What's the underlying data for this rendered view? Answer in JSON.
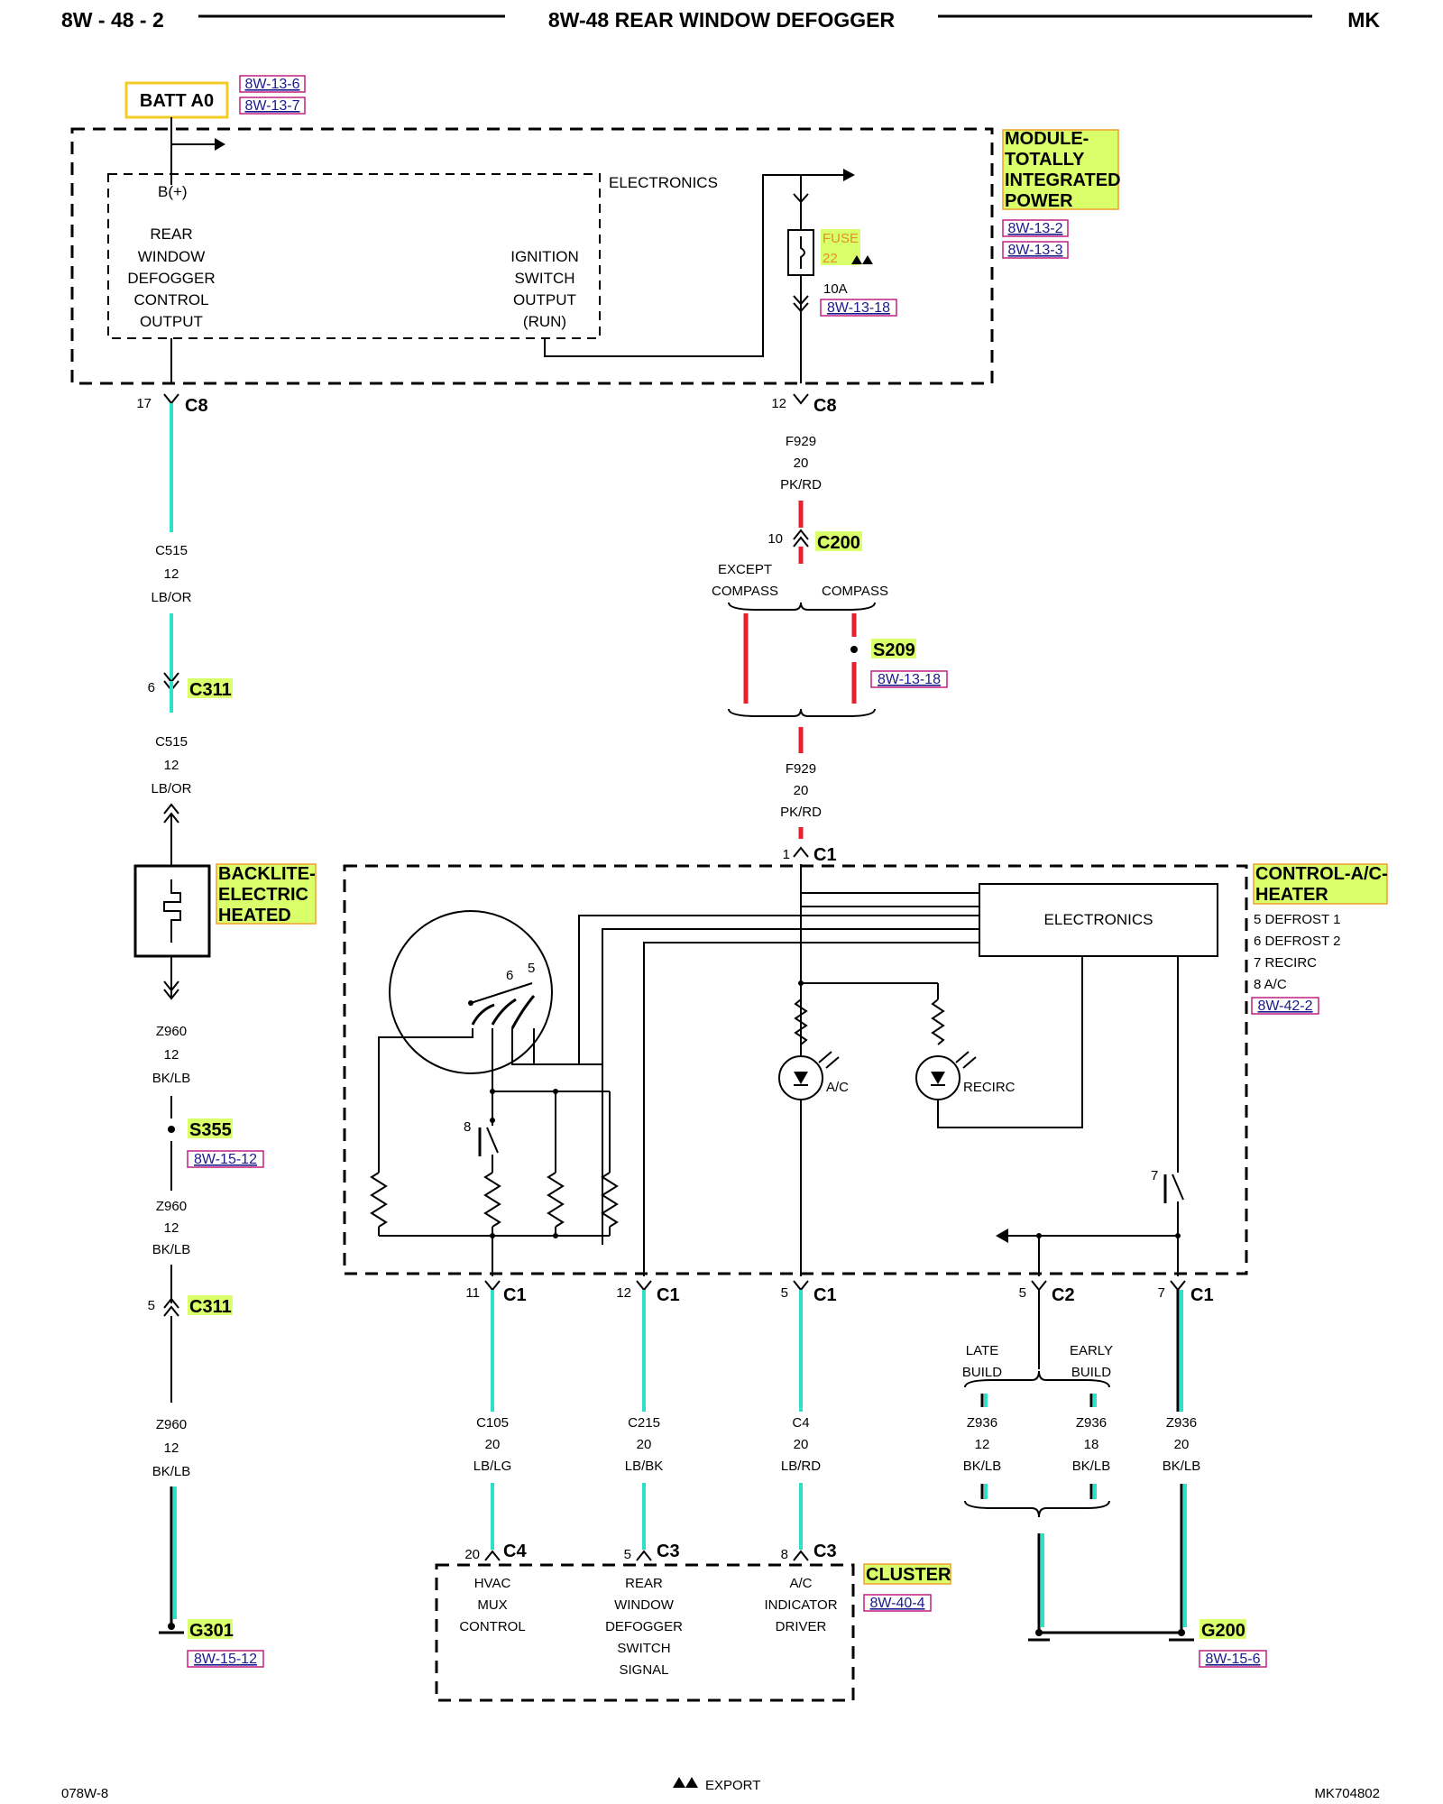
{
  "header": {
    "page_number": "8W - 48 - 2",
    "title": "8W-48 REAR WINDOW DEFOGGER",
    "model": "MK"
  },
  "footer": {
    "left_code": "078W-8",
    "right_code": "MK704802",
    "export_note": "EXPORT"
  },
  "batt": {
    "label": "BATT A0",
    "refs": [
      "8W-13-6",
      "8W-13-7"
    ]
  },
  "tipm": {
    "name_lines": [
      "MODULE-",
      "TOTALLY",
      "INTEGRATED",
      "POWER"
    ],
    "refs": [
      "8W-13-2",
      "8W-13-3"
    ],
    "electronics_label": "ELECTRONICS",
    "bplus": "B(+)",
    "defogger_output_lines": [
      "REAR",
      "WINDOW",
      "DEFOGGER",
      "CONTROL",
      "OUTPUT"
    ],
    "ignition_output_lines": [
      "IGNITION",
      "SWITCH",
      "OUTPUT",
      "(RUN)"
    ],
    "fuse": {
      "label": "FUSE",
      "number": "22",
      "rating": "10A",
      "ref": "8W-13-18"
    }
  },
  "left_circuit": {
    "c8_pin": "17",
    "c8": "C8",
    "wire1": [
      "C515",
      "12",
      "LB/OR"
    ],
    "c311_pin_a": "6",
    "c311": "C311",
    "wire2": [
      "C515",
      "12",
      "LB/OR"
    ],
    "backlite_lines": [
      "BACKLITE-",
      "ELECTRIC",
      "HEATED"
    ],
    "wire3": [
      "Z960",
      "12",
      "BK/LB"
    ],
    "s355": "S355",
    "s355_ref": "8W-15-12",
    "wire4": [
      "Z960",
      "12",
      "BK/LB"
    ],
    "c311_pin_b": "5",
    "wire5": [
      "Z960",
      "12",
      "BK/LB"
    ],
    "g301": "G301",
    "g301_ref": "8W-15-12"
  },
  "fuse_circuit": {
    "c8_pin": "12",
    "c8": "C8",
    "wire1": [
      "F929",
      "20",
      "PK/RD"
    ],
    "c200_pin": "10",
    "c200": "C200",
    "except_compass": [
      "EXCEPT",
      "COMPASS"
    ],
    "compass": "COMPASS",
    "s209": "S209",
    "s209_ref": "8W-13-18",
    "wire2": [
      "F929",
      "20",
      "PK/RD"
    ],
    "c1_pin": "1",
    "c1": "C1"
  },
  "control": {
    "name_lines": [
      "CONTROL-A/C-",
      "HEATER"
    ],
    "electronics_label": "ELECTRONICS",
    "legend": [
      "5 DEFROST 1",
      "6 DEFROST 2",
      "7 RECIRC",
      "8 A/C"
    ],
    "ref": "8W-42-2",
    "switch_pos_5": "5",
    "switch_pos_6": "6",
    "switch_8": "8",
    "switch_7": "7",
    "lamp_ac": "A/C",
    "lamp_recirc": "RECIRC"
  },
  "bottom": {
    "c1_11": "11",
    "c1_12": "12",
    "c1_5": "5",
    "c2_5": "5",
    "c1_7": "7",
    "c1": "C1",
    "c2": "C2",
    "wire_c105": [
      "C105",
      "20",
      "LB/LG"
    ],
    "wire_c215": [
      "C215",
      "20",
      "LB/BK"
    ],
    "wire_c4": [
      "C4",
      "20",
      "LB/RD"
    ],
    "late_build": [
      "LATE",
      "BUILD"
    ],
    "early_build": [
      "EARLY",
      "BUILD"
    ],
    "wire_z936_a": [
      "Z936",
      "12",
      "BK/LB"
    ],
    "wire_z936_b": [
      "Z936",
      "18",
      "BK/LB"
    ],
    "wire_z936_c": [
      "Z936",
      "20",
      "BK/LB"
    ],
    "g200": "G200",
    "g200_ref": "8W-15-6"
  },
  "cluster": {
    "name": "CLUSTER",
    "ref": "8W-40-4",
    "c4_pin": "20",
    "c4": "C4",
    "c3a_pin": "5",
    "c3a": "C3",
    "c3b_pin": "8",
    "c3b": "C3",
    "hvac_lines": [
      "HVAC",
      "MUX",
      "CONTROL"
    ],
    "defogger_lines": [
      "REAR",
      "WINDOW",
      "DEFOGGER",
      "SWITCH",
      "SIGNAL"
    ],
    "ac_lines": [
      "A/C",
      "INDICATOR",
      "DRIVER"
    ]
  }
}
